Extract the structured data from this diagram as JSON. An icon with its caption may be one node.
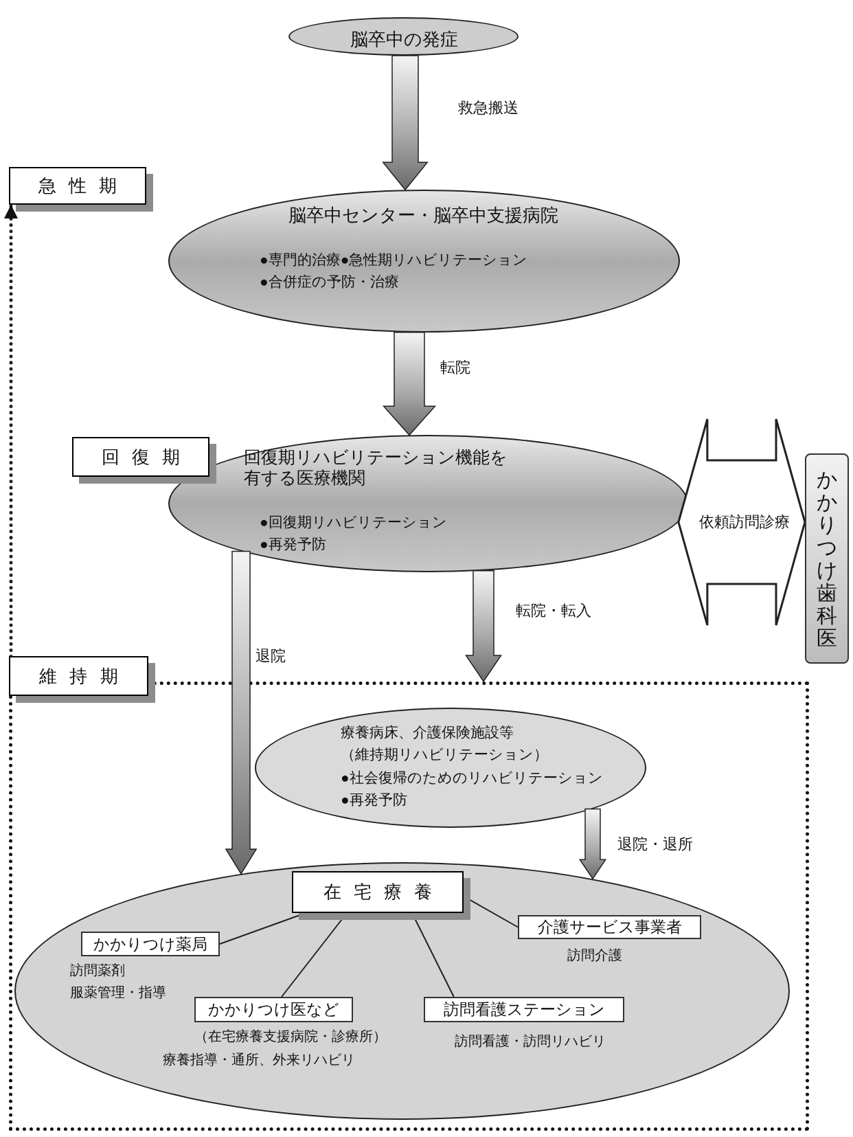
{
  "diagram": {
    "nodes": [
      {
        "text": [
          "脳卒中の発症"
        ]
      },
      {
        "text": [
          "急性期"
        ]
      },
      {
        "text": [
          "脳卒中センター・脳卒中支援病院",
          "●専門的治療●急性期リハビリテーション",
          "●合併症の予防・治療"
        ]
      },
      {
        "text": [
          "回復期"
        ]
      },
      {
        "text": [
          "回復期リハビリテーション機能を有する医療機関",
          "●回復期リハビリテーション",
          "●再発予防"
        ]
      },
      {
        "text": [
          "かかりつけ歯科医"
        ]
      },
      {
        "text": [
          "維持期"
        ]
      },
      {
        "text": [],
        "shape": "box"
      },
      {
        "text": [
          "療養病床、介護保険施設等",
          "（維持期リハビリテーション）",
          "●社会復帰のためのリハビリテーション",
          "●再発予防"
        ],
        "in": 7
      },
      {
        "text": [],
        "shape": "ellipse",
        "in": 7
      },
      {
        "text": [
          "在宅療養"
        ],
        "in": 9
      },
      {
        "text": [
          "かかりつけ薬局"
        ],
        "in": 9,
        "beside": [
          "訪問薬剤",
          "服薬管理・指導"
        ]
      },
      {
        "text": [
          "かかりつけ医など"
        ],
        "in": 9,
        "beside": [
          "（在宅療養支援病院・診療所）",
          "療養指導・通所、外来リハビリ"
        ]
      },
      {
        "text": [
          "訪問看護ステーション"
        ],
        "in": 9,
        "beside": [
          "訪問看護・訪問リハビリ"
        ]
      },
      {
        "text": [
          "介護サービス事業者"
        ],
        "in": 9,
        "beside": [
          "訪問介護"
        ]
      }
    ],
    "edges": [
      {
        "from": 0,
        "to": 2,
        "arrow": "to",
        "label": "救急搬送"
      },
      {
        "from": 2,
        "to": 4,
        "arrow": "to",
        "label": "転院"
      },
      {
        "from": 4,
        "to": 9,
        "arrow": "to",
        "label": "退院"
      },
      {
        "from": 4,
        "to": 7,
        "arrow": "to",
        "label": "転院・転入"
      },
      {
        "from": 4,
        "to": 5,
        "arrow": "both",
        "label": "依頼訪問診療"
      },
      {
        "from": 8,
        "to": 9,
        "arrow": "to",
        "label": "退院・退所"
      },
      {
        "from": 7,
        "to": 1,
        "arrow": "to",
        "style": "dashed"
      },
      {
        "from": 10,
        "to": 11,
        "arrow": "none"
      },
      {
        "from": 10,
        "to": 12,
        "arrow": "none"
      },
      {
        "from": 10,
        "to": 13,
        "arrow": "none"
      },
      {
        "from": 10,
        "to": 14,
        "arrow": "none"
      }
    ]
  }
}
